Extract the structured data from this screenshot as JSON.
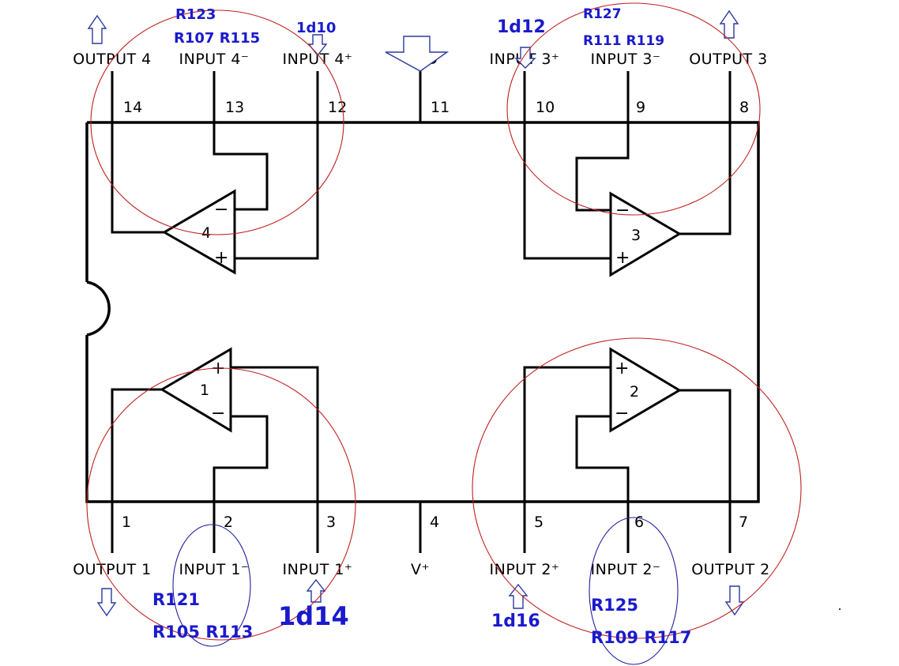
{
  "pins": {
    "top": [
      {
        "num": "14",
        "label": "OUTPUT 4"
      },
      {
        "num": "13",
        "label": "INPUT 4⁻"
      },
      {
        "num": "12",
        "label": "INPUT 4⁺"
      },
      {
        "num": "11",
        "label": "GND"
      },
      {
        "num": "10",
        "label": "INPUT 3⁺"
      },
      {
        "num": "9",
        "label": "INPUT 3⁻"
      },
      {
        "num": "8",
        "label": "OUTPUT 3"
      }
    ],
    "bottom": [
      {
        "num": "1",
        "label": "OUTPUT 1"
      },
      {
        "num": "2",
        "label": "INPUT 1⁻"
      },
      {
        "num": "3",
        "label": "INPUT 1⁺"
      },
      {
        "num": "4",
        "label": "V⁺"
      },
      {
        "num": "5",
        "label": "INPUT 2⁺"
      },
      {
        "num": "6",
        "label": "INPUT 2⁻"
      },
      {
        "num": "7",
        "label": "OUTPUT 2"
      }
    ]
  },
  "amplifiers": [
    "4",
    "3",
    "1",
    "2"
  ],
  "signs": {
    "plus": "+",
    "minus": "−"
  },
  "annotations": {
    "r123": "R123",
    "r107_r115": "R107 R115",
    "d10": "1d10",
    "d12": "1d12",
    "r127": "R127",
    "r111_r119": "R111 R119",
    "r121": "R121",
    "r105_r113": "R105 R113",
    "d14": "1d14",
    "d16": "1d16",
    "r125": "R125",
    "r109_r117": "R109 R117"
  },
  "colors": {
    "annotation": "#1a1acc",
    "circle_red": "#c02020",
    "circle_blue": "#2020a0",
    "arrow": "#2a3aa0"
  }
}
